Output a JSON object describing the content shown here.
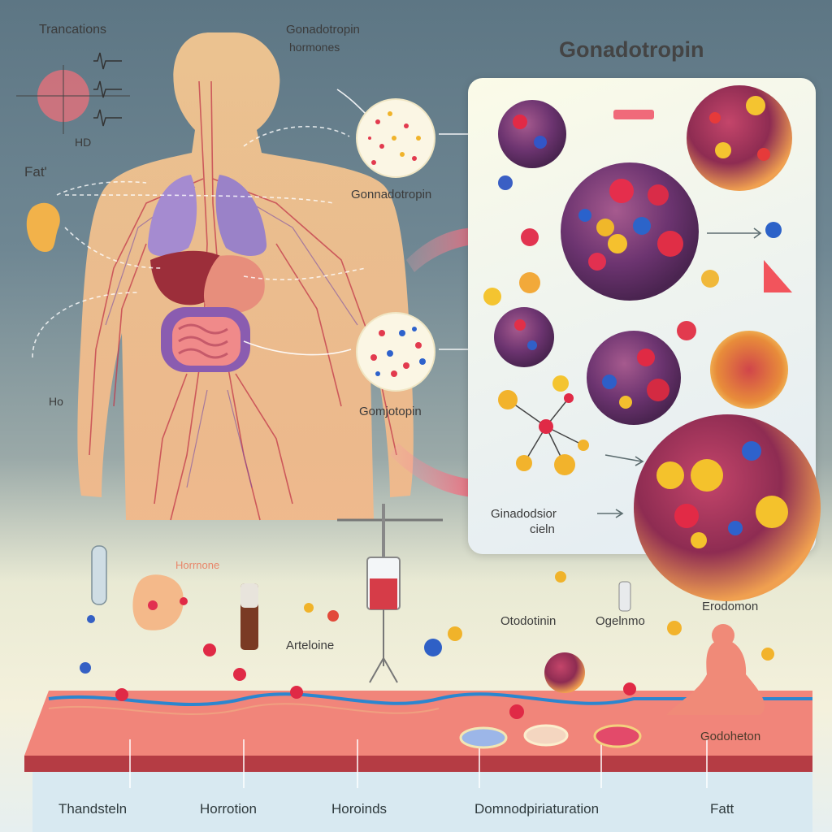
{
  "header": {
    "title": "Gonadotropin"
  },
  "labels": {
    "transactions": "Trancations",
    "hormones_top": "Gonadotropin",
    "hormones_sub": "hormones",
    "hd": "HD",
    "fat_left": "Fat'",
    "gonad_mid": "Gonnadotropin",
    "ho_left": "Ho",
    "gonad_lower": "Gomjotopin",
    "panel_caption_1": "Ginadodsior",
    "panel_caption_2": "cieln",
    "hormone": "Horrnone",
    "arteloine": "Arteloine",
    "otodotinin": "Otodotinin",
    "ogemmo": "Ogelnmo",
    "erodomon": "Erodomon",
    "godoheton": "Godoheton"
  },
  "bottom_axis": [
    "Thandsteln",
    "Horrotion",
    "Horoinds",
    "Domnodpiriaturation",
    "Fatt"
  ],
  "colors": {
    "body": "#f6c79a",
    "arrow": "#f06a7a",
    "cell_purple": "#7b3a78",
    "panel_bg": "#f6f8ee",
    "skin_layer": "#e86f6f"
  }
}
